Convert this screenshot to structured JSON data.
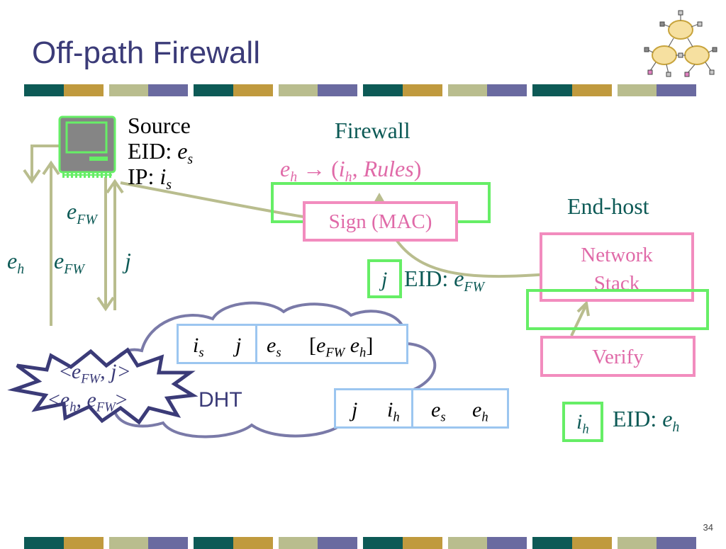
{
  "slide": {
    "title": "Off-path Firewall",
    "page_number": "34"
  },
  "colors": {
    "title": "#3b3b78",
    "teal": "#0d5a56",
    "gold": "#c09a3e",
    "sage": "#b9bd8e",
    "slate": "#6a6aa0",
    "green_box": "#66ee66",
    "pink_box": "#f28cbe",
    "blue_box": "#9cc6f0",
    "arrow": "#b9bd8e",
    "cloud": "#7a7aa8",
    "star": "#3b3b78"
  },
  "source": {
    "label": "Source",
    "eid_label": "EID: ",
    "eid_var": "e",
    "eid_sub": "s",
    "ip_label": "IP: ",
    "ip_var": "i",
    "ip_sub": "s",
    "icon": "computer-icon"
  },
  "firewall": {
    "label": "Firewall",
    "mapping_e": "e",
    "mapping_e_sub": "h",
    "mapping_arrow": "→",
    "mapping_open": " (",
    "mapping_i": "i",
    "mapping_i_sub": "h",
    "mapping_sep": ", ",
    "mapping_rules": "Rules",
    "mapping_close": ")",
    "sign_label": "Sign (MAC)",
    "tag_j": "j",
    "eid_label": "EID: ",
    "eid_var": "e",
    "eid_sub": "FW"
  },
  "endhost": {
    "label": "End-host",
    "stack_line1": "Network",
    "stack_line2": "Stack",
    "verify_label": "Verify",
    "tag_i": "i",
    "tag_i_sub": "h",
    "eid_label": "EID: ",
    "eid_var": "e",
    "eid_sub": "h"
  },
  "flow_labels": {
    "efw_top_var": "e",
    "efw_top_sub": "FW",
    "eh_var": "e",
    "eh_sub": "h",
    "efw_mid_var": "e",
    "efw_mid_sub": "FW",
    "j": "j"
  },
  "dht": {
    "label": "DHT",
    "star_line1_open": "<",
    "star_line1_var": "e",
    "star_line1_sub": "FW",
    "star_line1_rest": ", j>",
    "star_line2_open": "<",
    "star_line2_var": "e",
    "star_line2_sub": "h",
    "star_line2_mid": ", ",
    "star_line2_var2": "e",
    "star_line2_sub2": "FW",
    "star_line2_close": ">",
    "record1": {
      "k1": "i",
      "k1_sub": "s",
      "k2": "j",
      "v1": "e",
      "v1_sub": "s",
      "v2_open": "[",
      "v2": "e",
      "v2_sub": "FW",
      "v3": " e",
      "v3_sub": "h",
      "v2_close": "]"
    },
    "record2": {
      "k1": "j",
      "k2": "i",
      "k2_sub": "h",
      "v1": "e",
      "v1_sub": "s",
      "v2": "e",
      "v2_sub": "h"
    }
  }
}
